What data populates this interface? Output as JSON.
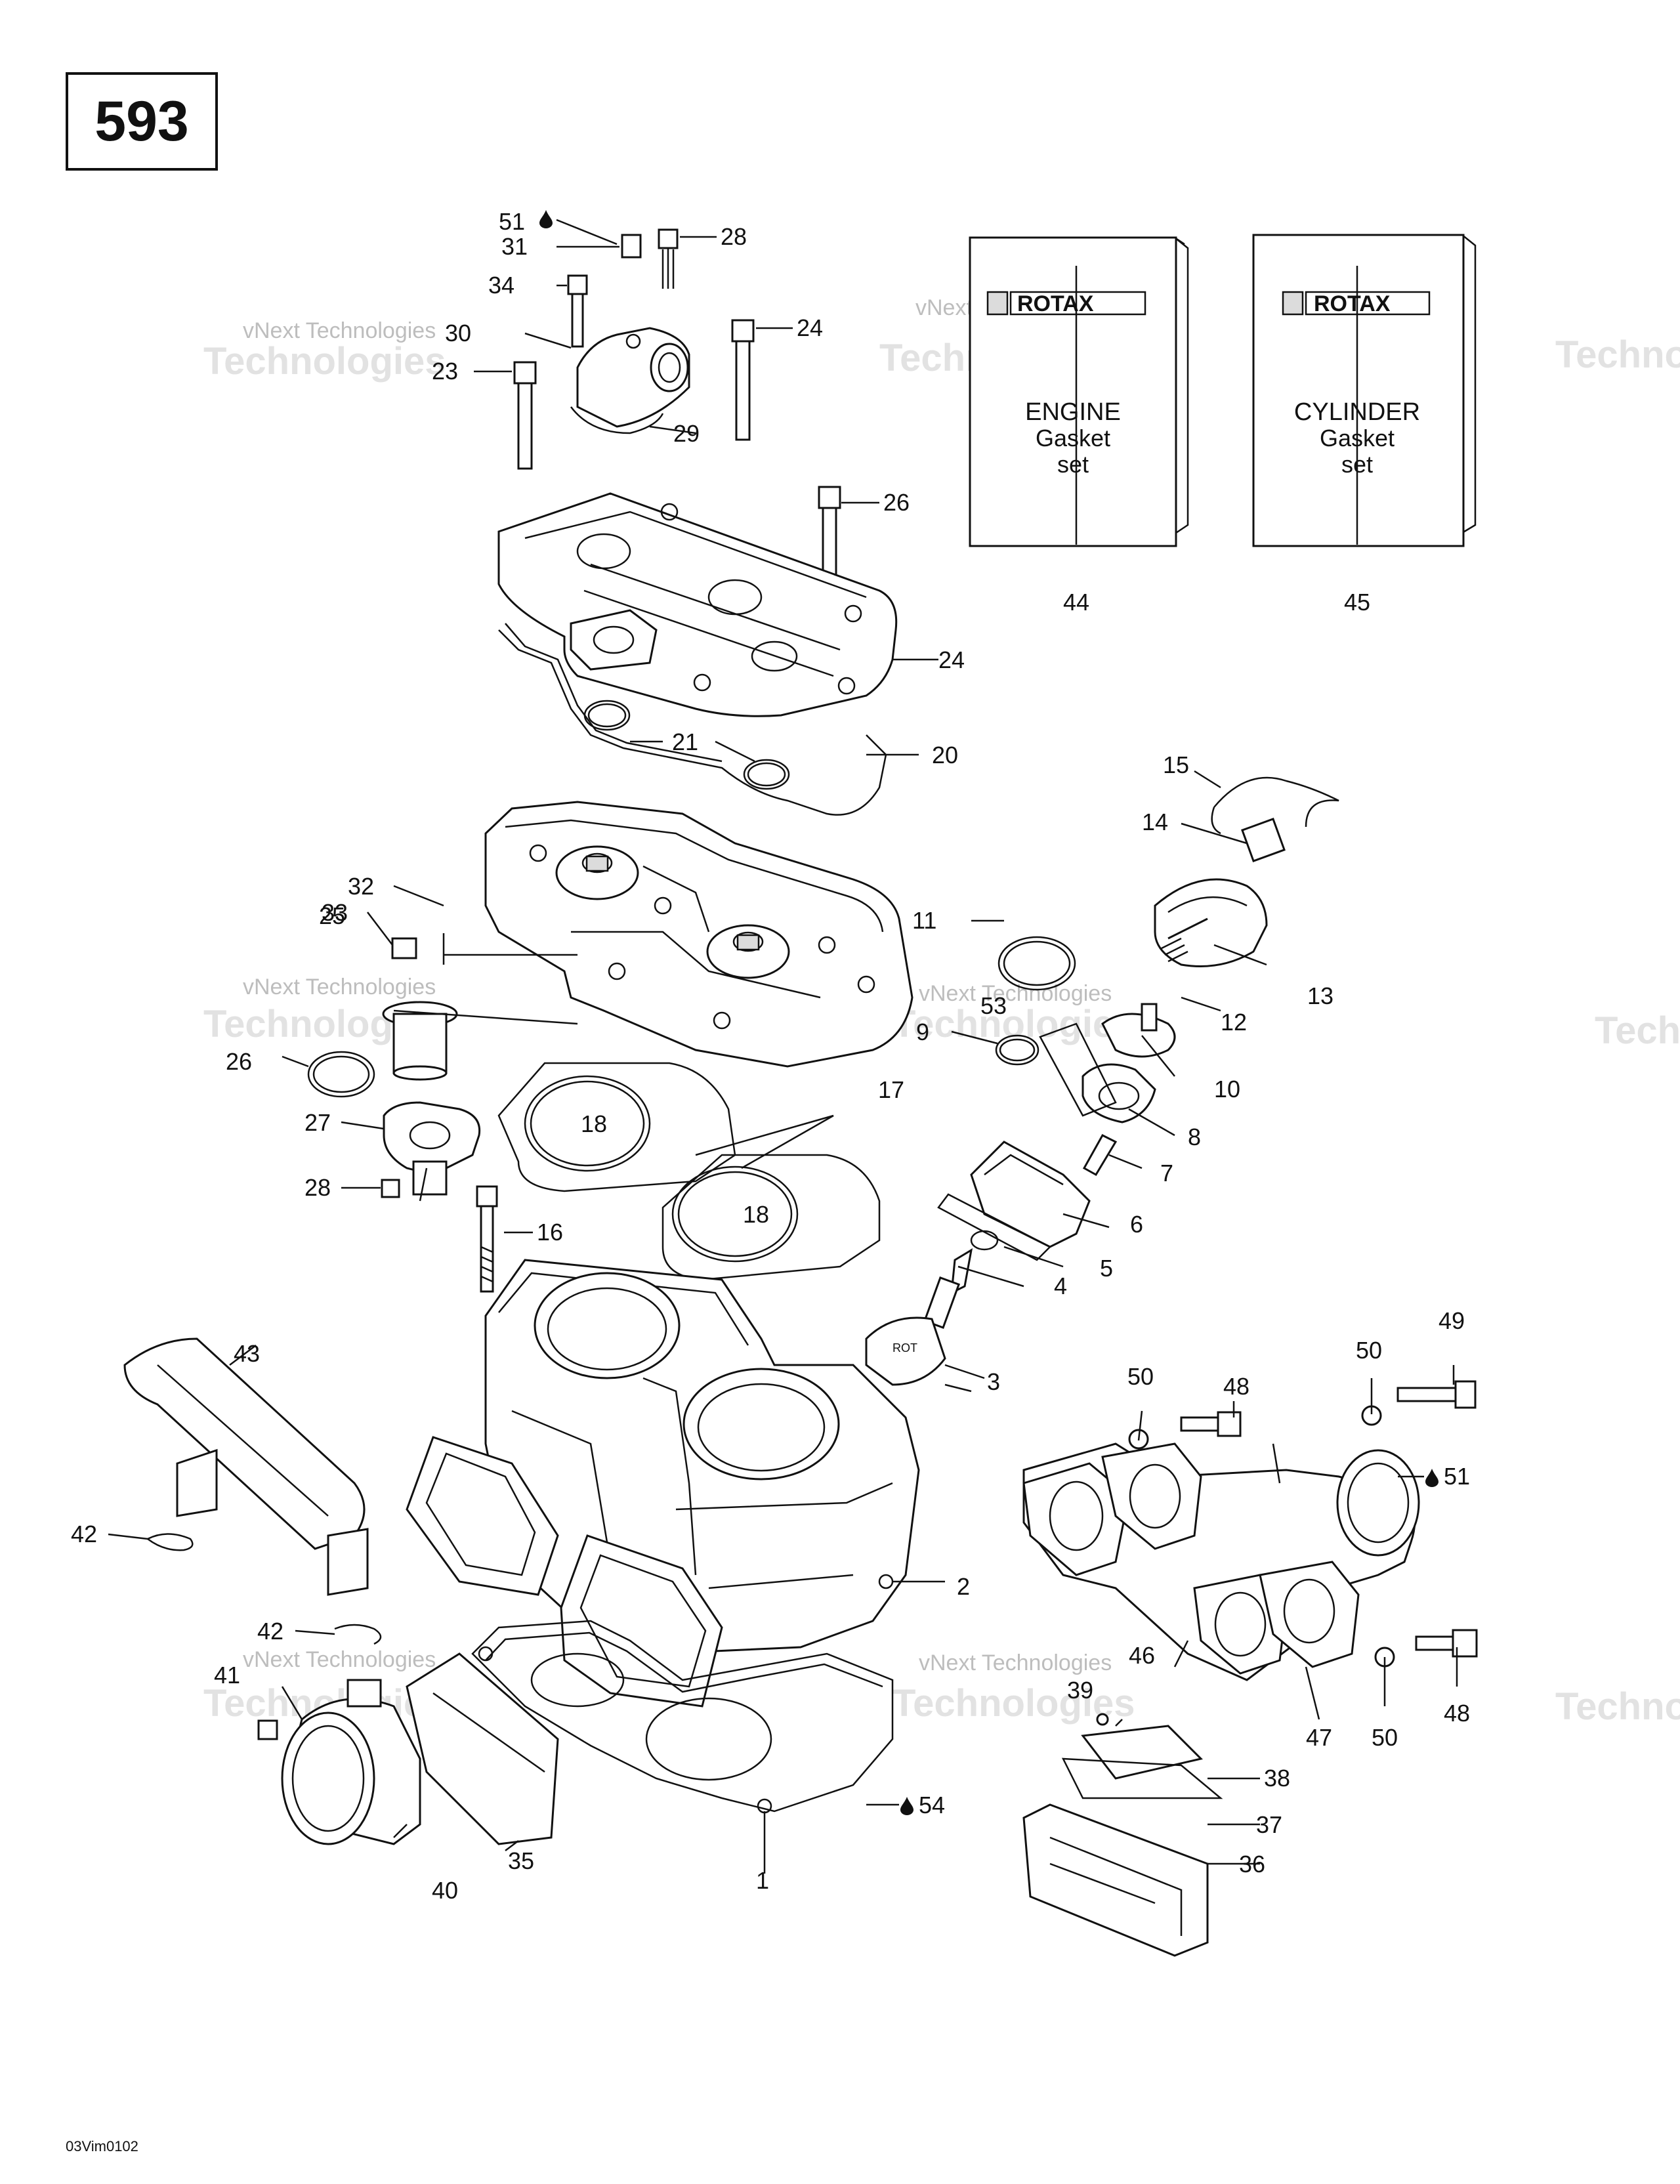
{
  "page_number": "593",
  "footer_code": "03Vim0102",
  "watermark": {
    "line1": "vNext Technologies",
    "line2": "Technologies"
  },
  "kits": [
    {
      "ref": "44",
      "brand": "ROTAX",
      "title": "ENGINE",
      "line2": "Gasket",
      "line3": "set"
    },
    {
      "ref": "45",
      "brand": "ROTAX",
      "title": "CYLINDER",
      "line2": "Gasket",
      "line3": "set"
    }
  ],
  "callouts": [
    "1",
    "2",
    "3",
    "4",
    "5",
    "6",
    "7",
    "8",
    "9",
    "10",
    "11",
    "12",
    "13",
    "14",
    "15",
    "16",
    "17",
    "18",
    "18",
    "20",
    "21",
    "23",
    "24",
    "24",
    "25",
    "26",
    "26",
    "27",
    "28",
    "28",
    "29",
    "30",
    "31",
    "32",
    "33",
    "34",
    "35",
    "36",
    "37",
    "38",
    "39",
    "40",
    "41",
    "42",
    "42",
    "43",
    "44",
    "45",
    "46",
    "47",
    "48",
    "48",
    "49",
    "50",
    "50",
    "50",
    "51",
    "51",
    "53",
    "54"
  ]
}
